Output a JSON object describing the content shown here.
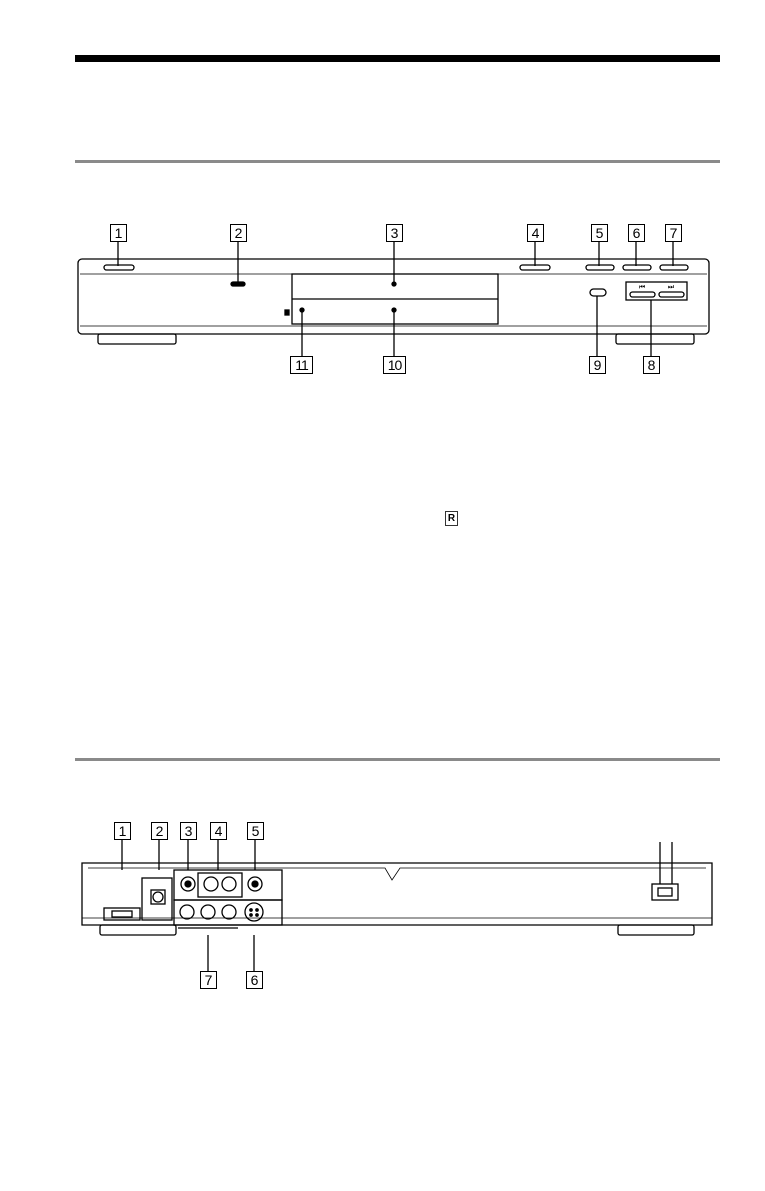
{
  "front_panel": {
    "callouts": [
      "1",
      "2",
      "3",
      "4",
      "5",
      "6",
      "7",
      "8",
      "9",
      "10",
      "11"
    ],
    "prev_icon": "⏮",
    "next_icon": "⏭"
  },
  "legend": {
    "remote_sensor_mark": "R"
  },
  "rear_panel": {
    "callouts": [
      "1",
      "2",
      "3",
      "4",
      "5",
      "6",
      "7"
    ]
  }
}
